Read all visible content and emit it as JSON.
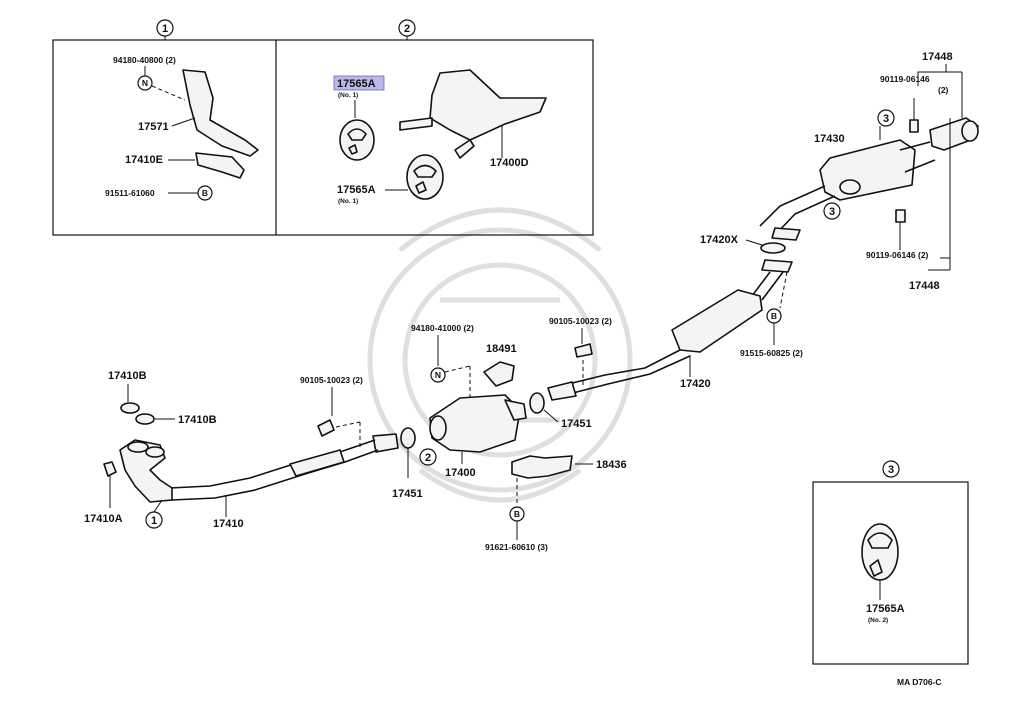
{
  "diagram_code": "MA D706-C",
  "refs": {
    "one": "1",
    "two": "2",
    "three": "3"
  },
  "letters": {
    "n": "N",
    "b": "B"
  },
  "parts": {
    "p94180_40800": "94180-40800 (2)",
    "p17571": "17571",
    "p17410E": "17410E",
    "p91511_61060": "91511-61060",
    "p17565A_hl": "17565A",
    "no1": "(No. 1)",
    "p17565A": "17565A",
    "p17400D": "17400D",
    "p17448": "17448",
    "p90119_06146_2": "90119-06146",
    "two_qty": "(2)",
    "p17430": "17430",
    "p17420X": "17420X",
    "p90119_06146_2b": "90119-06146 (2)",
    "p94180_41000": "94180-41000 (2)",
    "p90105_10023_a": "90105-10023 (2)",
    "p18491": "18491",
    "p17410B_a": "17410B",
    "p17410B_b": "17410B",
    "p90105_10023_b": "90105-10023 (2)",
    "p17451_a": "17451",
    "p17451_b": "17451",
    "p17400": "17400",
    "p18436": "18436",
    "p17420": "17420",
    "p91515_60825": "91515-60825 (2)",
    "p17410A": "17410A",
    "p17410": "17410",
    "p91621_60610": "91621-60610 (3)",
    "p17565A_no2": "17565A",
    "no2": "(No. 2)"
  }
}
